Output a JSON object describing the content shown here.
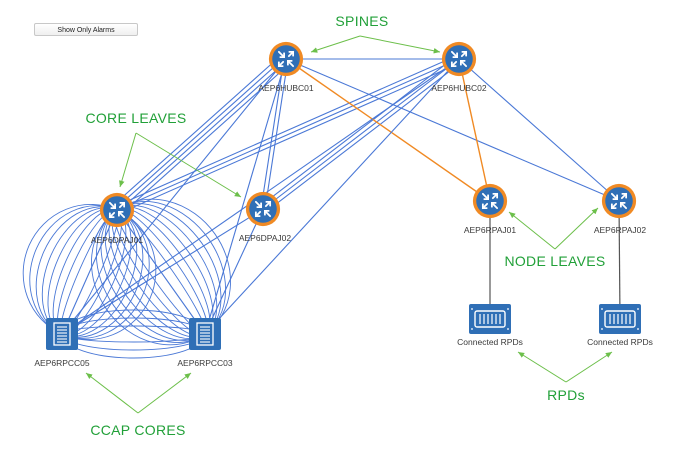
{
  "toolbar": {
    "show_alarms_label": "Show Only Alarms"
  },
  "colors": {
    "link": "#4a78d6",
    "link_orange": "#f08a24",
    "router_fill": "#2f6fb6",
    "router_ring": "#f08a24",
    "annotation": "#21a038",
    "access_line": "#555555"
  },
  "nodes": {
    "hubc01": {
      "label": "AEP6HUBC01",
      "icon": "router-icon"
    },
    "hubc02": {
      "label": "AEP6HUBC02",
      "icon": "router-icon"
    },
    "dpaj01": {
      "label": "AEP6DPAJ01",
      "icon": "router-icon"
    },
    "dpaj02": {
      "label": "AEP6DPAJ02",
      "icon": "router-icon"
    },
    "rpaj01": {
      "label": "AEP6RPAJ01",
      "icon": "router-icon"
    },
    "rpaj02": {
      "label": "AEP6RPAJ02",
      "icon": "router-icon"
    },
    "rpcc05": {
      "label": "AEP6RPCC05",
      "icon": "ccap-core-icon"
    },
    "rpcc03": {
      "label": "AEP6RPCC03",
      "icon": "ccap-core-icon"
    },
    "rpd1": {
      "label": "Connected RPDs",
      "icon": "rpd-icon"
    },
    "rpd2": {
      "label": "Connected RPDs",
      "icon": "rpd-icon"
    }
  },
  "annotations": {
    "spines": "SPINES",
    "core_leaves": "CORE LEAVES",
    "node_leaves": "NODE LEAVES",
    "rpds": "RPDs",
    "ccap_cores": "CCAP CORES"
  }
}
